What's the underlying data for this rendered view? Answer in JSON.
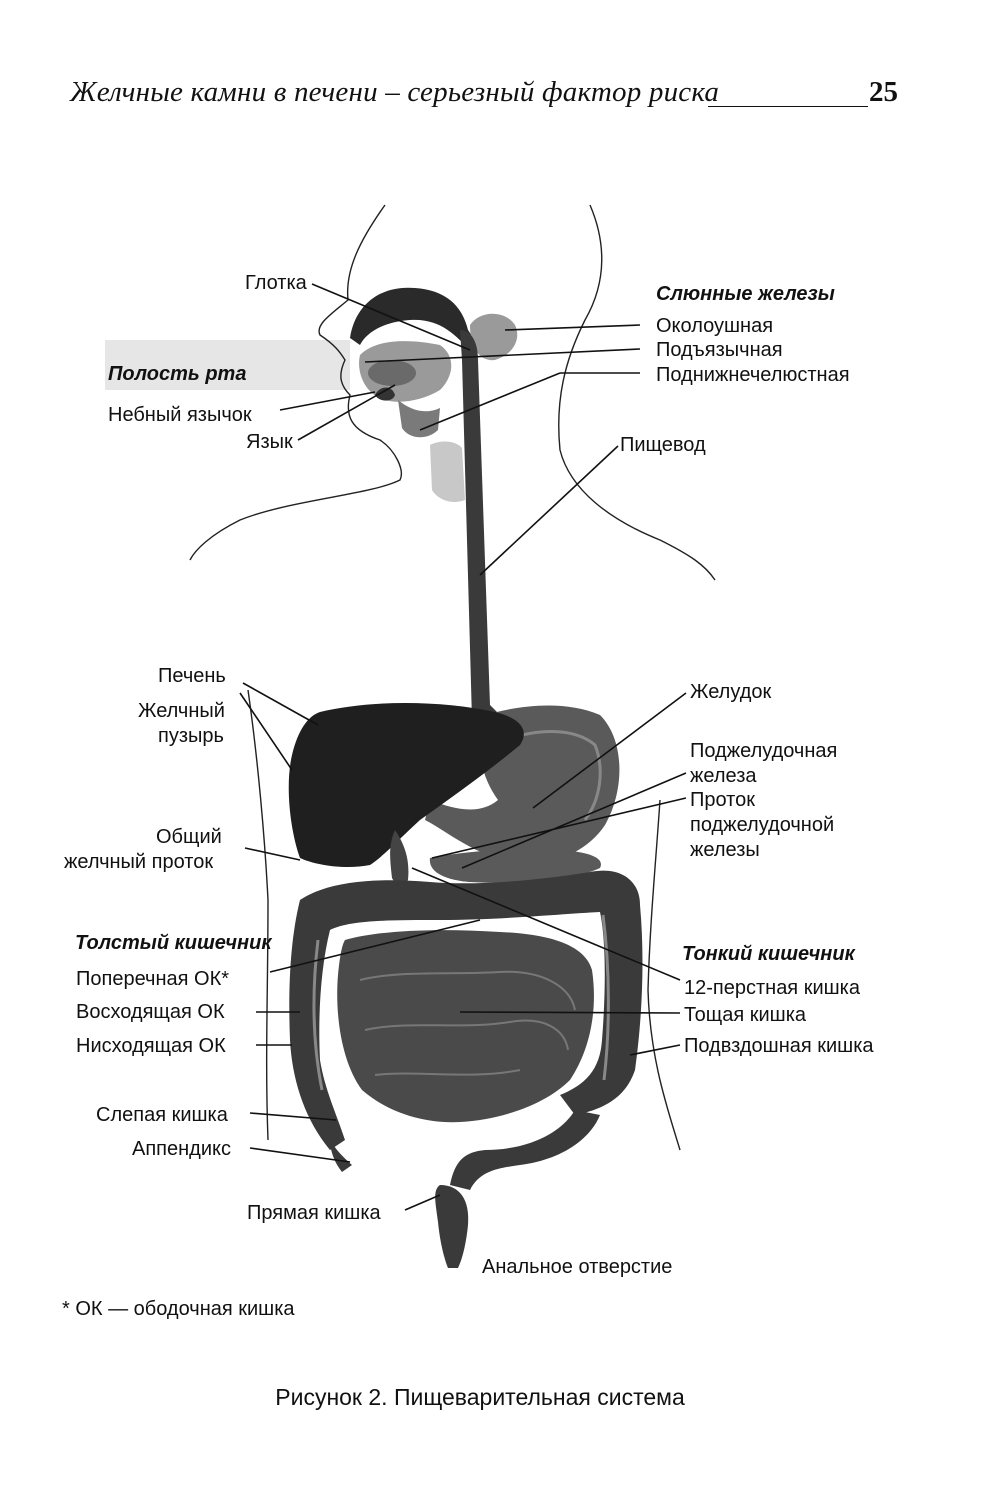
{
  "header": {
    "running_title": "Желчные камни в печени – серьезный фактор риска",
    "page_number": "25"
  },
  "figure": {
    "groups": {
      "salivary_glands": "Слюнные железы",
      "oral_cavity": "Полость рта",
      "large_intestine": "Толстый кишечник",
      "small_intestine": "Тонкий кишечник"
    },
    "labels": {
      "pharynx": "Глотка",
      "parotid": "Околоушная",
      "sublingual": "Подъязычная",
      "submandibular": "Поднижнечелюстная",
      "uvula": "Небный язычок",
      "tongue": "Язык",
      "esophagus": "Пищевод",
      "liver": "Печень",
      "gallbladder_1": "Желчный",
      "gallbladder_2": "пузырь",
      "stomach": "Желудок",
      "pancreas_1": "Поджелудочная",
      "pancreas_2": "железа",
      "pancreatic_duct_1": "Проток",
      "pancreatic_duct_2": "поджелудочной",
      "pancreatic_duct_3": "железы",
      "bile_duct_1": "Общий",
      "bile_duct_2": "желчный проток",
      "transverse_colon": "Поперечная ОК*",
      "ascending_colon": "Восходящая ОК",
      "descending_colon": "Нисходящая ОК",
      "duodenum": "12-перстная кишка",
      "jejunum": "Тощая кишка",
      "ileum": "Подвздошная кишка",
      "cecum": "Слепая кишка",
      "appendix": "Аппендикс",
      "rectum": "Прямая кишка",
      "anus": "Анальное отверстие"
    }
  },
  "footnote": "* ОК — ободочная кишка",
  "caption": "Рисунок 2. Пищеварительная система",
  "colors": {
    "organ_dark": "#2a2a2a",
    "organ_mid": "#4a4a4a",
    "organ_light": "#8a8a8a",
    "oral_highlight": "#e6e6e6"
  }
}
